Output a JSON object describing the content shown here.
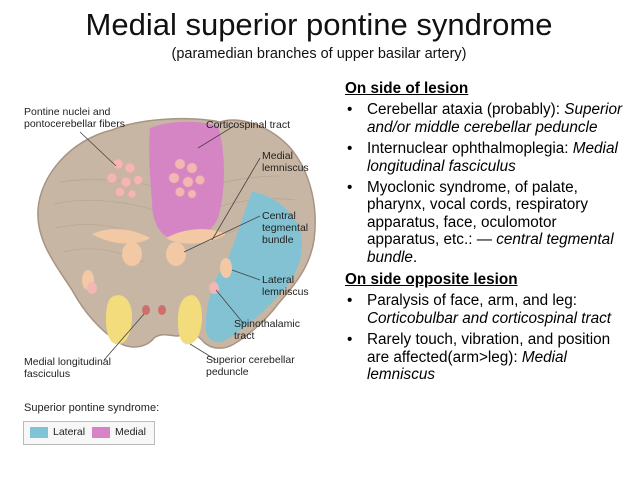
{
  "title": "Medial superior pontine syndrome",
  "subtitle": "(paramedian branches of upper basilar artery)",
  "figure": {
    "labels": {
      "pontine_nuclei_line1": "Pontine nuclei and",
      "pontine_nuclei_line2": "pontocerebellar fibers",
      "corticospinal": "Corticospinal tract",
      "medial_lemniscus_line1": "Medial",
      "medial_lemniscus_line2": "lemniscus",
      "central_tegmental_line1": "Central",
      "central_tegmental_line2": "tegmental",
      "central_tegmental_line3": "bundle",
      "lateral_lemniscus_line1": "Lateral",
      "lateral_lemniscus_line2": "lemniscus",
      "spinothalamic_line1": "Spinothalamic",
      "spinothalamic_line2": "tract",
      "mlf_line1": "Medial longitudinal",
      "mlf_line2": "fasciculus",
      "scp_line1": "Superior cerebellar",
      "scp_line2": "peduncle"
    },
    "colors": {
      "lateral": "#7ec3d6",
      "medial": "#d783c6",
      "tissue": "#c8b6a4",
      "tract": "#f2c9a4",
      "yellow": "#f2dc7c"
    },
    "legend": {
      "title": "Superior pontine syndrome:",
      "lateral": "Lateral",
      "medial": "Medial"
    }
  },
  "notes": {
    "side_of_lesion": {
      "heading": "On side of lesion",
      "items": [
        {
          "text": "Cerebellar ataxia (probably):",
          "italic": "Superior and/or middle cerebellar peduncle"
        },
        {
          "text": "Internuclear ophthalmoplegia:",
          "italic": "Medial longitudinal fasciculus"
        },
        {
          "text": "Myoclonic syndrome, of palate, pharynx, vocal cords, respiratory apparatus, face, oculomotor apparatus, etc.: —",
          "italic": "central tegmental bundle",
          "after": "."
        }
      ]
    },
    "opposite_side": {
      "heading": "On side opposite lesion",
      "items": [
        {
          "text": "Paralysis of face, arm, and leg:",
          "italic": "Corticobulbar and corticospinal tract"
        },
        {
          "text": "Rarely touch, vibration, and position are affected(arm>leg):",
          "italic": "Medial lemniscus"
        }
      ]
    }
  }
}
